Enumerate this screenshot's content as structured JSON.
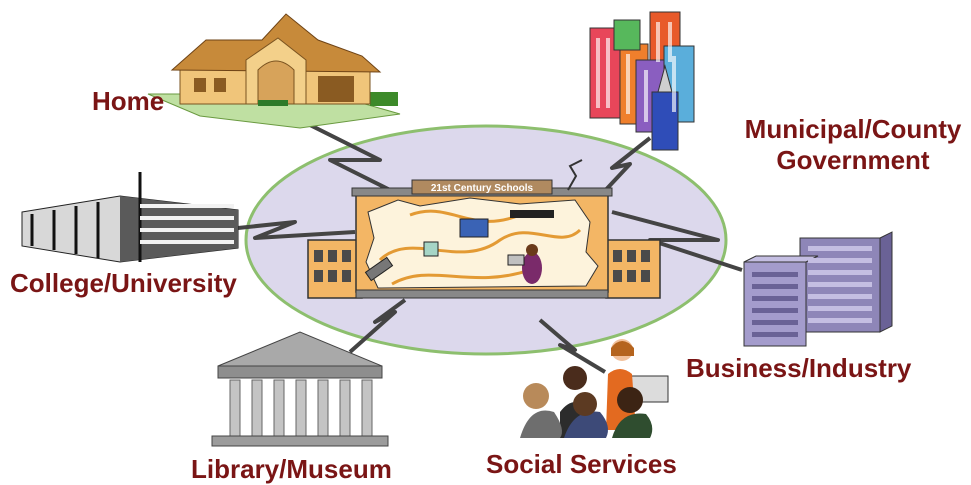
{
  "colors": {
    "label_text": "#7a1515",
    "ellipse_fill": "#dcd8ec",
    "ellipse_stroke": "#8dbf6e",
    "school_wall": "#f3b665",
    "school_banner": "#b08a60",
    "link_line": "#444444",
    "path_orange": "#e39a34"
  },
  "school": {
    "banner_text": "21st Century Schools"
  },
  "nodes": {
    "home": {
      "label": "Home",
      "icon": "house-icon"
    },
    "college": {
      "label": "College/University",
      "icon": "office-building-icon"
    },
    "library": {
      "label": "Library/Museum",
      "icon": "columned-building-icon"
    },
    "social": {
      "label": "Social Services",
      "icon": "people-group-icon"
    },
    "business": {
      "label": "Business/Industry",
      "icon": "office-towers-icon"
    },
    "municipal": {
      "label_line1": "Municipal/County",
      "label_line2": "Government",
      "icon": "city-skyline-icon"
    }
  }
}
